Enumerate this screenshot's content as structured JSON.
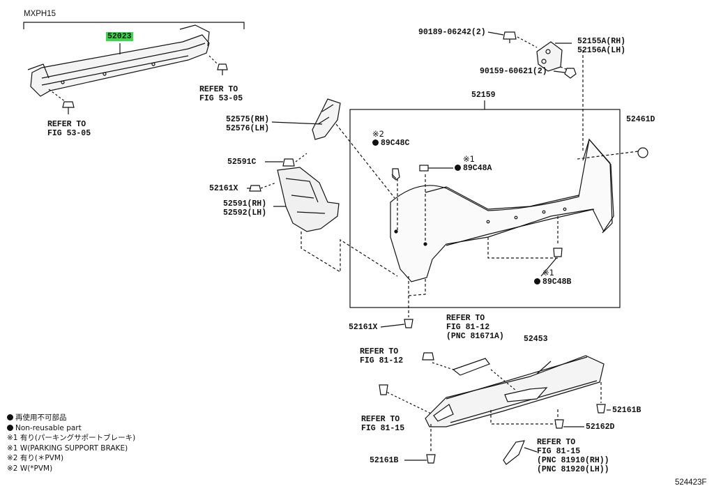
{
  "model": "MXPH15",
  "diagram_id": "524423F",
  "parts": {
    "reinforcement": "52023",
    "bumper_cover": "52159",
    "bracket_side": [
      "52575(RH)",
      "52576(LH)"
    ],
    "retainer_a": "52591C",
    "screw_a": "52161X",
    "bracket_lower": [
      "52591(RH)",
      "52592(LH)"
    ],
    "bolt_a": "90189-06242(2)",
    "retainer_upper": [
      "52155A(RH)",
      "52156A(LH)"
    ],
    "nut_a": "90159-60621(2)",
    "clip_c": [
      "※2",
      "89C48C"
    ],
    "clip_a": [
      "※1",
      "89C48A"
    ],
    "clip_b": [
      "※1",
      "89C48B"
    ],
    "plug": "52461D",
    "screw_b": "52161X",
    "lower_cover": "52453",
    "screw_c": "52161B",
    "screw_d": "52162D",
    "screw_e": "52161B"
  },
  "refs": {
    "r1": [
      "REFER TO",
      "FIG 53-05"
    ],
    "r2": [
      "REFER TO",
      "FIG 53-05"
    ],
    "r3": [
      "REFER TO",
      "FIG 81-12",
      "(PNC 81671A)"
    ],
    "r4": [
      "REFER TO",
      "FIG 81-12"
    ],
    "r5": [
      "REFER TO",
      "FIG 81-15"
    ],
    "r6": [
      "REFER TO",
      "FIG 81-15",
      "(PNC 81910(RH))",
      "(PNC 81920(LH))"
    ]
  },
  "legend": [
    "再使用不可部品",
    "Non-reusable part",
    "※1 有り(パーキングサポートブレーキ)",
    "※1 W(PARKING SUPPORT BRAKE)",
    "※2 有り(＊PVM)",
    "※2 W(*PVM)"
  ]
}
